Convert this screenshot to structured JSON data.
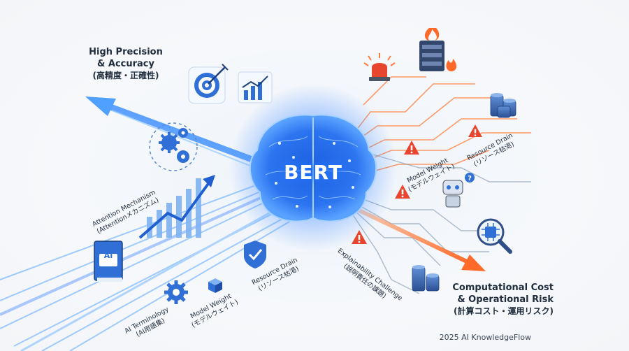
{
  "center": {
    "label": "BERT"
  },
  "left_goal": {
    "line1": "High Precision",
    "line2": "& Accuracy",
    "line3": "(高精度・正確性)"
  },
  "right_goal": {
    "line1": "Computational Cost",
    "line2": "& Operational Risk",
    "line3": "(計算コスト・運用リスク)"
  },
  "left_labels": {
    "attention": {
      "en": "Attention Mechanism",
      "jp": "(Attentionメカニズム)"
    },
    "terminology": {
      "en": "AI Terminology",
      "jp": "(AI用語集)"
    },
    "model_weight": {
      "en": "Model Weight",
      "jp": "(モデルウェイト)"
    },
    "resource_drain": {
      "en": "Resource Drain",
      "jp": "(リソース枯渇)"
    }
  },
  "right_labels": {
    "model_weight": {
      "en": "Model Weight",
      "jp": "(モデルウェイト)"
    },
    "resource_drain": {
      "en": "Resource Drain",
      "jp": "(リソース枯渇)"
    },
    "explainability": {
      "en": "Explainability Challenge",
      "jp": "(説明責任の課題)"
    }
  },
  "book": {
    "label": "AI"
  },
  "footer": {
    "credit": "2025 AI KnowledgeFlow"
  },
  "colors": {
    "blue_flow": "#2f7bff",
    "orange_flow": "#ff7a3d",
    "warning_red": "#e8452f",
    "text": "#1f2d3d"
  },
  "icons": [
    "target-icon",
    "growth-chart-icon",
    "gears-icon",
    "book-icon",
    "shield-check-icon",
    "cube-icon",
    "siren-icon",
    "server-fire-icon",
    "coins-icon",
    "warning-icon",
    "robot-icon",
    "magnifier-chip-icon"
  ]
}
